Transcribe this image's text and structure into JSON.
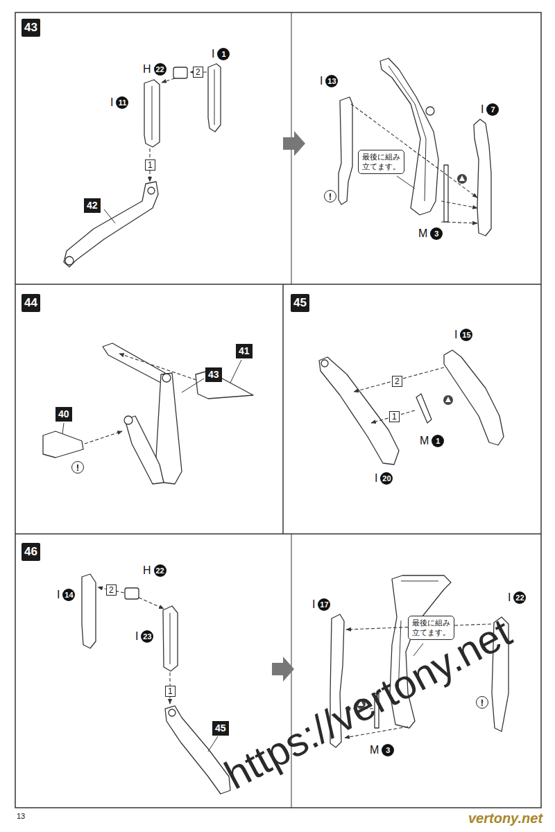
{
  "diagram": {
    "nodes": [
      {
        "text": [
          "43"
        ]
      },
      {
        "text": [
          "H",
          "22"
        ]
      },
      {
        "text": [
          "I",
          "1"
        ]
      },
      {
        "text": [
          "2"
        ]
      },
      {
        "text": [
          "I",
          "11"
        ]
      },
      {
        "text": [
          "1"
        ]
      },
      {
        "text": [
          "42"
        ]
      },
      {
        "text": [
          "I",
          "13"
        ]
      },
      {
        "text": [
          "I",
          "7"
        ]
      },
      {
        "text": [
          "最後に組み立てます。"
        ]
      },
      {
        "text": [
          "!"
        ]
      },
      {
        "text": [
          "M",
          "3"
        ]
      },
      {
        "text": [
          "44"
        ]
      },
      {
        "text": [
          "41"
        ]
      },
      {
        "text": [
          "40"
        ]
      },
      {
        "text": [
          "43"
        ]
      },
      {
        "text": [
          "!"
        ]
      },
      {
        "text": [
          "45"
        ]
      },
      {
        "text": [
          "I",
          "15"
        ]
      },
      {
        "text": [
          "2"
        ]
      },
      {
        "text": [
          "1"
        ]
      },
      {
        "text": [
          "M",
          "1"
        ]
      },
      {
        "text": [
          "I",
          "20"
        ]
      },
      {
        "text": [
          "46"
        ]
      },
      {
        "text": [
          "I",
          "14"
        ]
      },
      {
        "text": [
          "2"
        ]
      },
      {
        "text": [
          "H",
          "22"
        ]
      },
      {
        "text": [
          "I",
          "23"
        ]
      },
      {
        "text": [
          "1"
        ]
      },
      {
        "text": [
          "45"
        ]
      },
      {
        "text": [
          "I",
          "17"
        ]
      },
      {
        "text": [
          "I",
          "22"
        ]
      },
      {
        "text": [
          "最後に組み立てます。"
        ]
      },
      {
        "text": [
          "!"
        ]
      },
      {
        "text": [
          "M",
          "3"
        ]
      }
    ],
    "labels": [
      "https://vertony.net",
      "vertony.net",
      "13"
    ]
  }
}
